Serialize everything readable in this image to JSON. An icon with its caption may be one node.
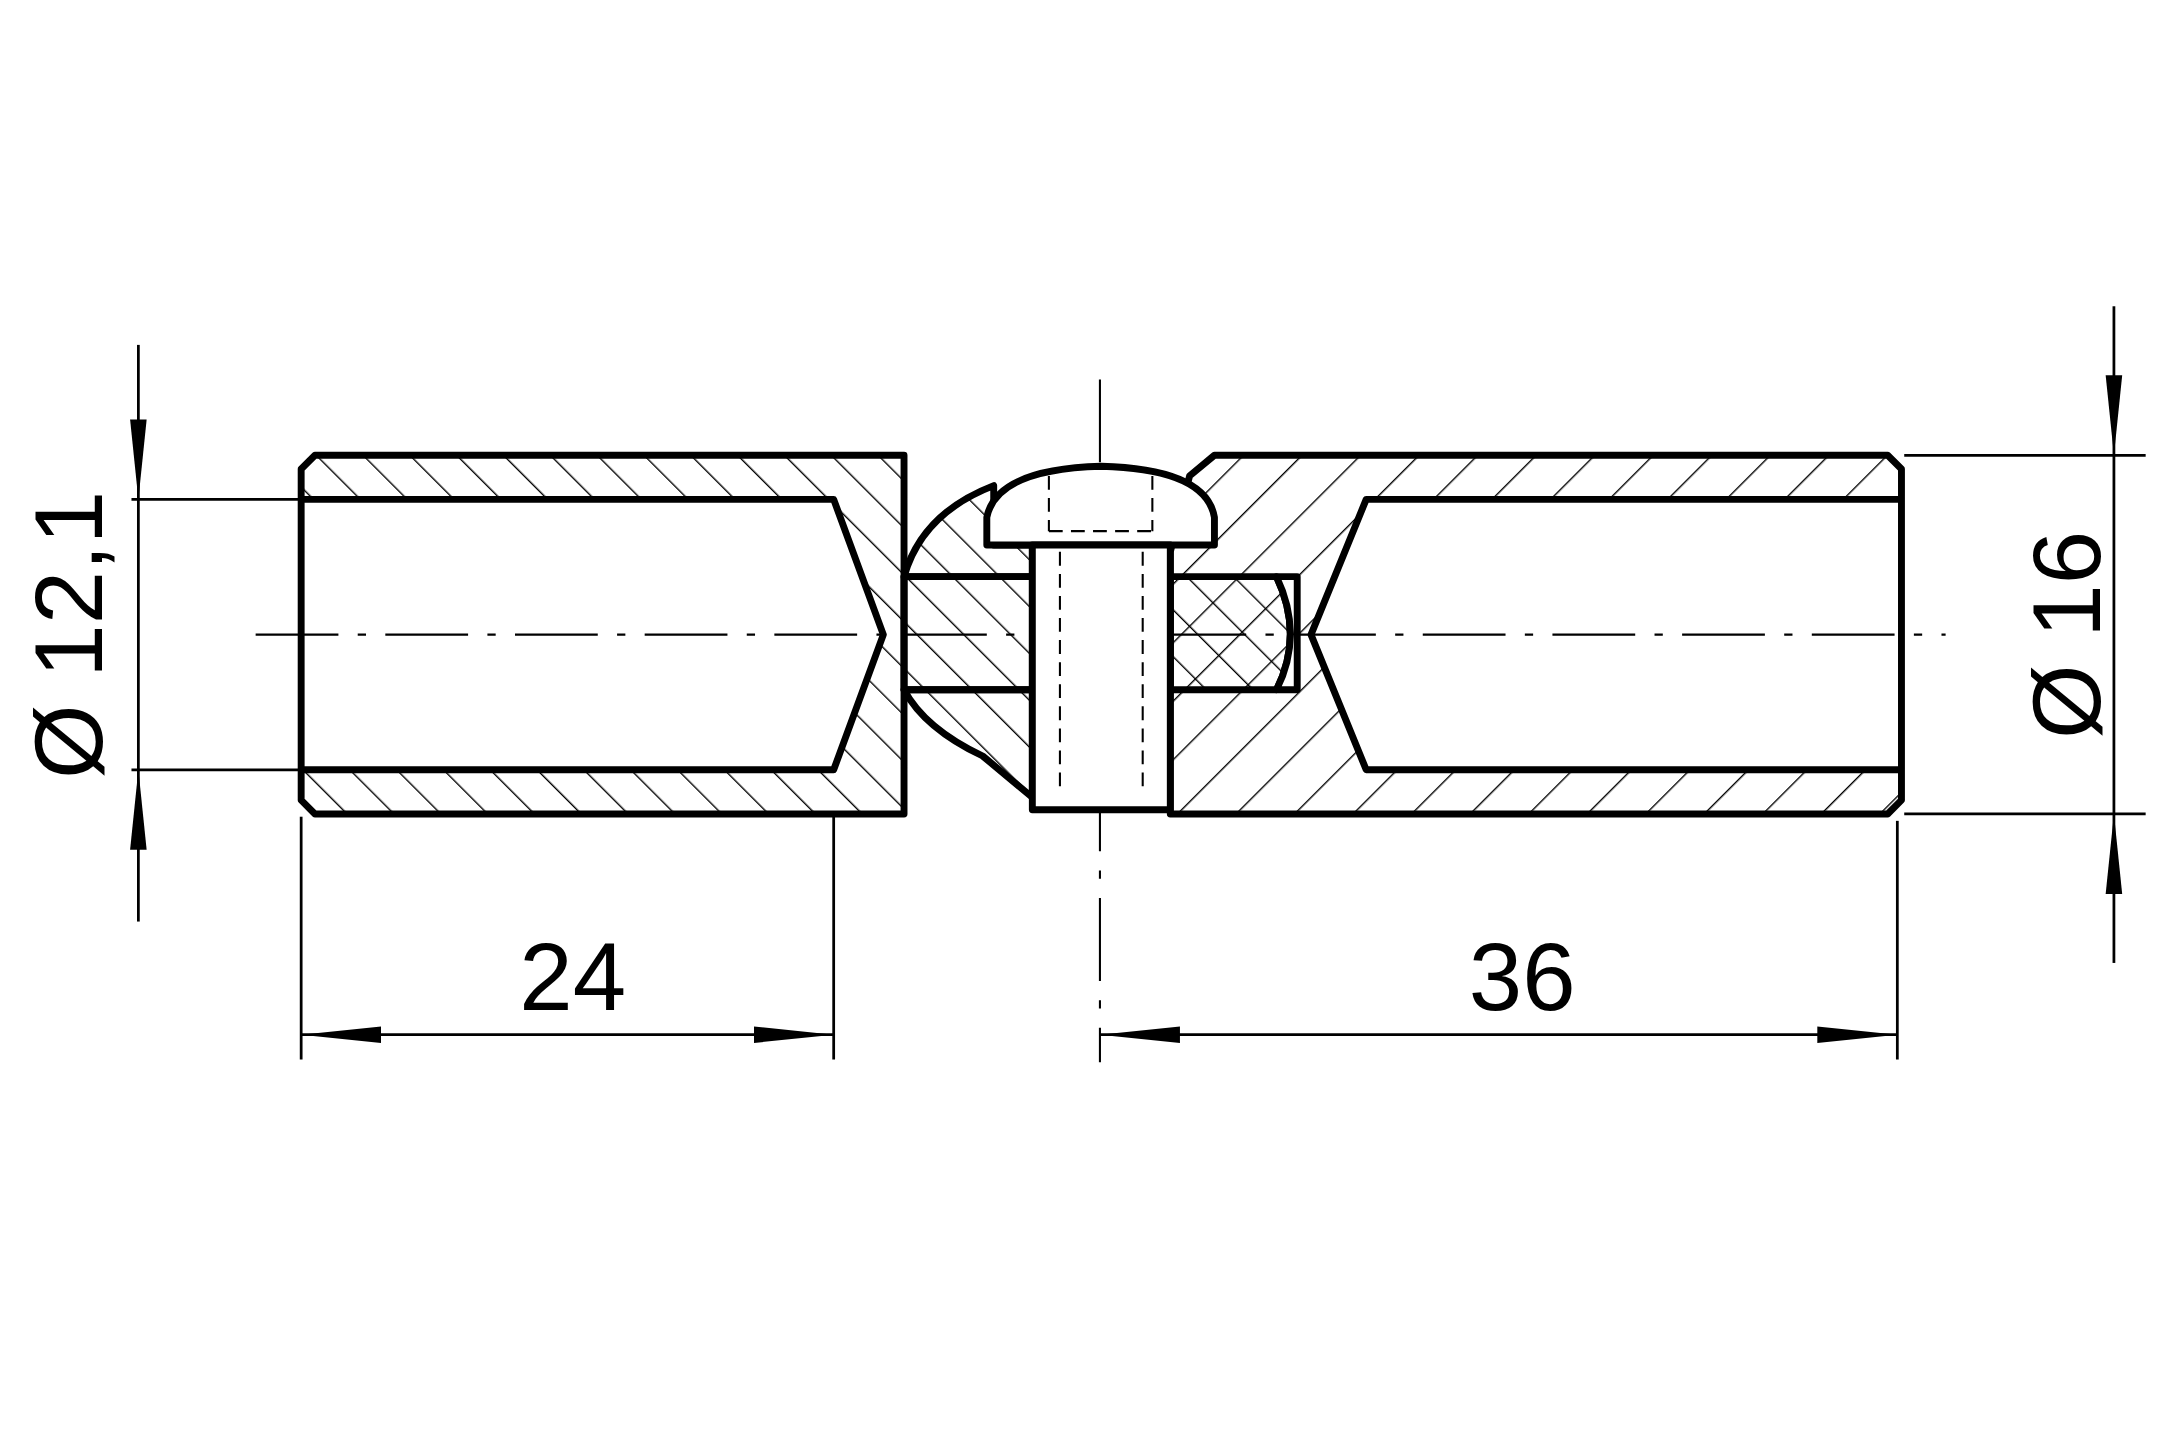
{
  "diagram": {
    "labels": [
      "Ø 12,1",
      "Ø 16",
      "24",
      "36"
    ]
  }
}
